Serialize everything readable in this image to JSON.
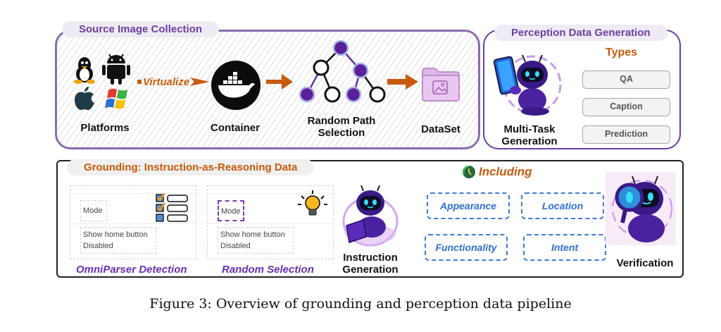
{
  "source_collection": {
    "title": "Source Image Collection",
    "platforms_label": "Platforms",
    "virtualize_label": "Virtualize",
    "container_label": "Container",
    "random_path_label_line1": "Random Path",
    "random_path_label_line2": "Selection",
    "dataset_label": "DataSet",
    "platform_icons": [
      "linux-icon",
      "android-icon",
      "apple-icon",
      "windows-icon"
    ]
  },
  "perception": {
    "title": "Perception Data Generation",
    "types_heading": "Types",
    "types": [
      "QA",
      "Caption",
      "Prediction"
    ],
    "robot_label_line1": "Multi-Task",
    "robot_label_line2": "Generation"
  },
  "grounding": {
    "title": "Grounding: Instruction-as-Reasoning Data",
    "mock_mode_label": "Mode",
    "mock_show_home": "Show home button",
    "mock_disabled": "Disabled",
    "omniparser_label": "OmniParser Detection",
    "random_selection_label": "Random Selection",
    "instruction_label_line1": "Instruction",
    "instruction_label_line2": "Generation",
    "including_label": "Including",
    "categories": [
      "Appearance",
      "Location",
      "Functionality",
      "Intent"
    ],
    "verification_label": "Verification"
  },
  "caption": "Figure 3: Overview of grounding and perception data pipeline",
  "colors": {
    "purple": "#6b3fa0",
    "orange": "#c85a0c",
    "blue": "#2f6fd1"
  }
}
